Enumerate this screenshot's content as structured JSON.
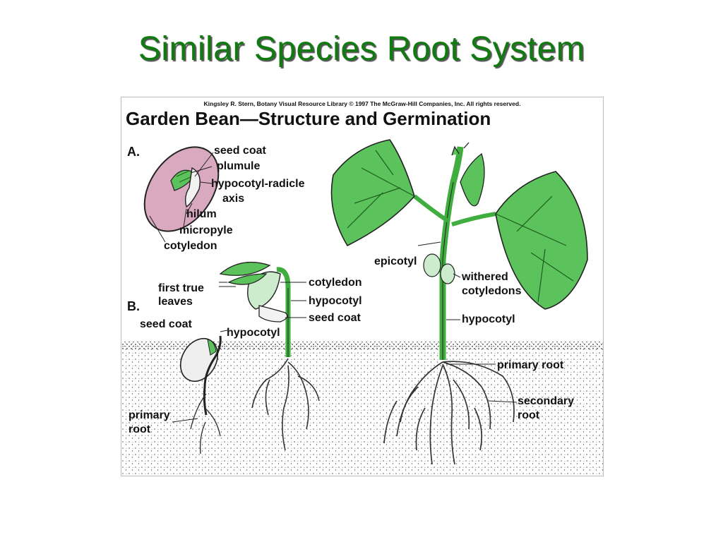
{
  "slide": {
    "title": "Similar Species Root System"
  },
  "figure": {
    "credit": "Kingsley R. Stern, Botany Visual Resource Library © 1997 The McGraw-Hill Companies, Inc. All rights reserved.",
    "title": "Garden Bean—Structure and Germination",
    "panels": {
      "a": "A.",
      "b": "B."
    },
    "labels": {
      "seed_coat_a": "seed coat",
      "plumule": "plumule",
      "hypocotyl_radicle": "hypocotyl-radicle",
      "axis": "axis",
      "hilum": "hilum",
      "micropyle": "micropyle",
      "cotyledon_a": "cotyledon",
      "first_true": "first true",
      "leaves": "leaves",
      "seed_coat_b1": "seed coat",
      "hypocotyl_b1": "hypocotyl",
      "primary_b": "primary",
      "root_b": "root",
      "cotyledon_b": "cotyledon",
      "hypocotyl_b2": "hypocotyl",
      "seed_coat_b2": "seed coat",
      "epicotyl": "epicotyl",
      "withered": "withered",
      "cotyledons": "cotyledons",
      "hypocotyl_c": "hypocotyl",
      "primary_root_c": "primary root",
      "secondary": "secondary",
      "root_c": "root"
    }
  },
  "colors": {
    "title_green": "#117a11",
    "leaf_green": "#5cc35c",
    "stem_green": "#3fae3f",
    "seed_pink": "#d9a9c0",
    "soil_dot": "#444444"
  }
}
